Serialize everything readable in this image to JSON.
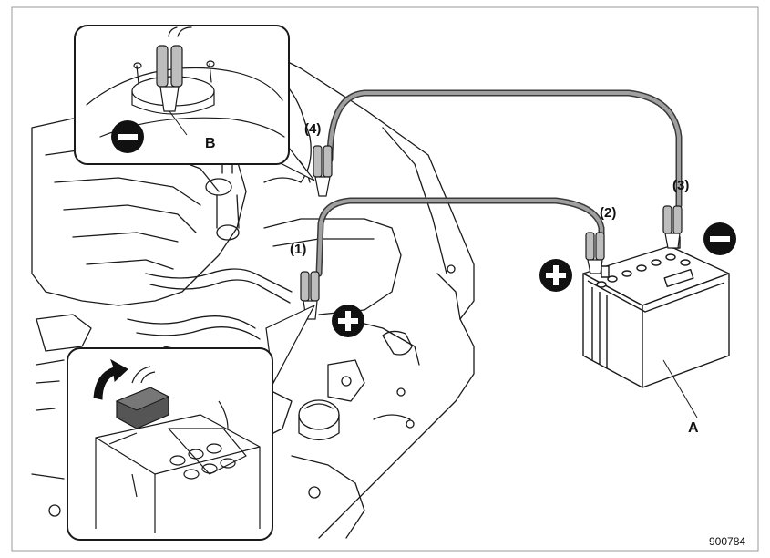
{
  "labels": {
    "step1": "(1)",
    "step2": "(2)",
    "step3": "(3)",
    "step4": "(4)",
    "battery_a": "A",
    "ground_b": "B"
  },
  "figure_code": "900784",
  "symbols": {
    "plus": "plus-circle-icon",
    "minus": "minus-circle-icon",
    "arrow": "curved-arrow-icon"
  },
  "colors": {
    "line": "#1a1a1a",
    "cable": "#9a9a9a",
    "cable_edge": "#3a3a3a",
    "symbol_fill": "#111111",
    "battery_cap": "#555555"
  }
}
